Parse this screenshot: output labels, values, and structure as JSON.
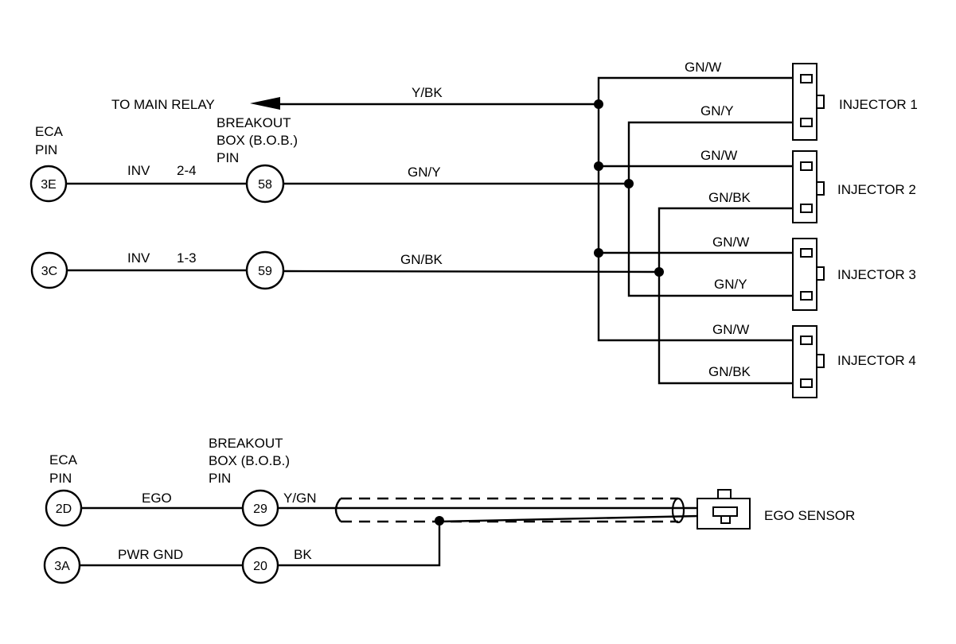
{
  "relay_label": "TO MAIN RELAY",
  "relay_wire": "Y/BK",
  "top": {
    "eca_label": [
      "ECA",
      "PIN"
    ],
    "bob_label": [
      "BREAKOUT",
      "BOX (B.O.B.)",
      "PIN"
    ],
    "rows": [
      {
        "eca_pin": "3E",
        "circuit": "INV",
        "bank": "2-4",
        "bob_pin": "58",
        "wire": "GN/Y"
      },
      {
        "eca_pin": "3C",
        "circuit": "INV",
        "bank": "1-3",
        "bob_pin": "59",
        "wire": "GN/BK"
      }
    ]
  },
  "injectors": [
    {
      "name": "INJECTOR 1",
      "wire_a": "GN/W",
      "wire_b": "GN/Y"
    },
    {
      "name": "INJECTOR 2",
      "wire_a": "GN/W",
      "wire_b": "GN/BK"
    },
    {
      "name": "INJECTOR 3",
      "wire_a": "GN/W",
      "wire_b": "GN/Y"
    },
    {
      "name": "INJECTOR 4",
      "wire_a": "GN/W",
      "wire_b": "GN/BK"
    }
  ],
  "bottom": {
    "eca_label": [
      "ECA",
      "PIN"
    ],
    "bob_label": [
      "BREAKOUT",
      "BOX (B.O.B.)",
      "PIN"
    ],
    "rows": [
      {
        "eca_pin": "2D",
        "circuit": "EGO",
        "bob_pin": "29",
        "wire": "Y/GN"
      },
      {
        "eca_pin": "3A",
        "circuit": "PWR GND",
        "bob_pin": "20",
        "wire": "BK"
      }
    ],
    "sensor_label": "EGO SENSOR"
  }
}
